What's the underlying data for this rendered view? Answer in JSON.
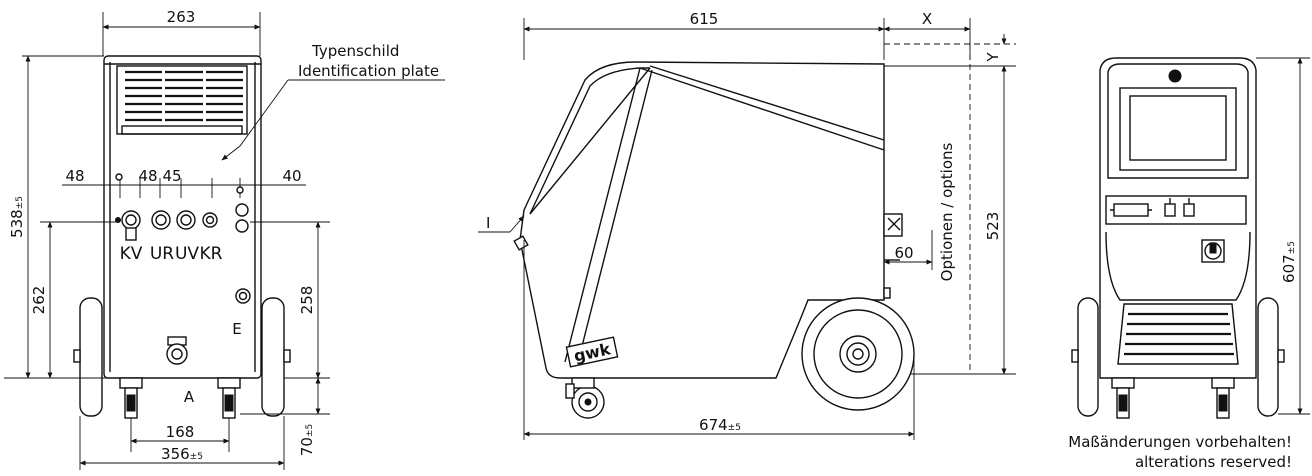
{
  "views": {
    "front": {
      "dim_width_top": "263",
      "dim_height_total": "538",
      "dim_height_total_tol": "±5",
      "dim_height_lower": "262",
      "dim_height_right": "258",
      "dim_bottom_clearance": "70",
      "dim_bottom_clearance_tol": "±5",
      "dim_caster_spacing": "168",
      "dim_overall_width": "356",
      "dim_overall_width_tol": "±5",
      "dim_conn_left": "48",
      "dim_conn_mid1": "48",
      "dim_conn_mid2": "45",
      "dim_conn_right": "40",
      "plate_label_de": "Typenschild",
      "plate_label_en": "Identification plate",
      "port_labels": [
        "KV",
        "UR",
        "UV",
        "KR"
      ],
      "label_E": "E",
      "label_A": "A"
    },
    "side": {
      "dim_length_top": "615",
      "dim_X": "X",
      "dim_Y": "Y",
      "dim_options_height": "523",
      "options_label": "Optionen / options",
      "dim_small": "60",
      "dim_overall_length": "674",
      "dim_overall_length_tol": "±5",
      "label_I": "I",
      "brand": "gwk"
    },
    "rear": {
      "dim_height": "607",
      "dim_height_tol": "±5"
    }
  },
  "notes": {
    "line1": "Maßänderungen vorbehalten!",
    "line2": "alterations reserved!"
  }
}
